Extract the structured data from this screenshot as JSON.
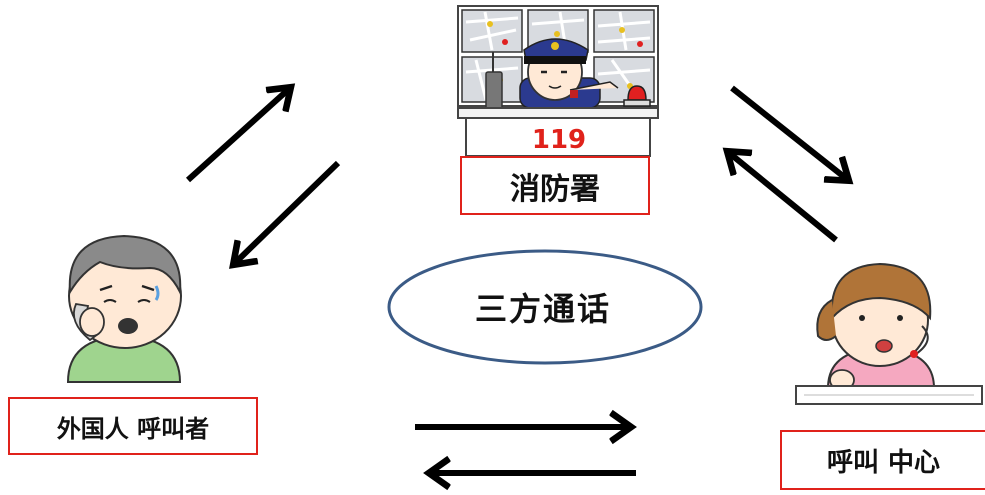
{
  "nodes": {
    "fire_station": {
      "label": "消防署",
      "desk_number": "119"
    },
    "caller": {
      "label": "外国人 呼叫者"
    },
    "call_center": {
      "label": "呼叫 中心"
    }
  },
  "center": {
    "label": "三方通话"
  },
  "colors": {
    "label_border": "#e0221b",
    "ellipse_stroke": "#3b5b86",
    "arrow": "#000000",
    "uniform": "#2b3a8f"
  },
  "icons": [
    "monitor-wall",
    "police-officer",
    "walkie-talkie",
    "red-beacon",
    "worried-caller",
    "operator-woman",
    "arrow"
  ]
}
